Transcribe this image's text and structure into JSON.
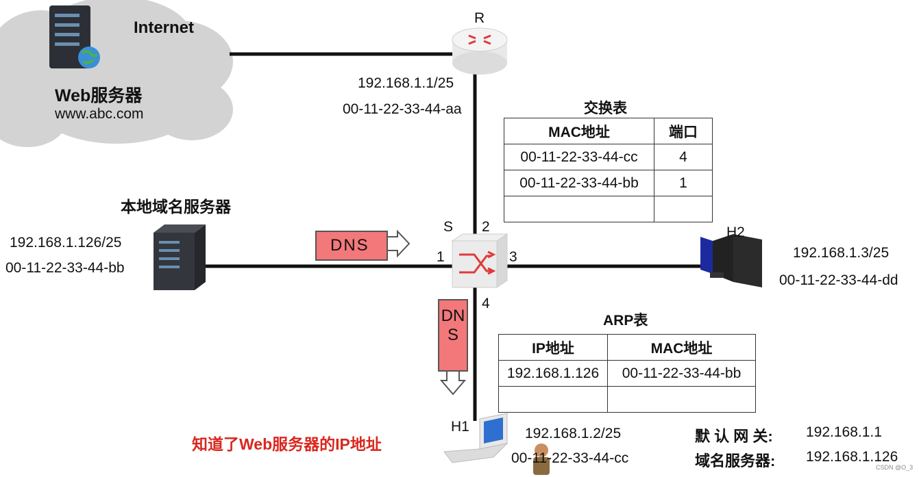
{
  "internet": {
    "label": "Internet",
    "server_name": "Web服务器",
    "server_domain": "www.abc.com"
  },
  "router": {
    "name": "R",
    "ip": "192.168.1.1/25",
    "mac": "00-11-22-33-44-aa"
  },
  "switch": {
    "name": "S",
    "ports": [
      "1",
      "2",
      "3",
      "4"
    ]
  },
  "local_dns": {
    "name": "本地域名服务器",
    "ip": "192.168.1.126/25",
    "mac": "00-11-22-33-44-bb"
  },
  "h2": {
    "name": "H2",
    "ip": "192.168.1.3/25",
    "mac": "00-11-22-33-44-dd"
  },
  "h1": {
    "name": "H1",
    "ip": "192.168.1.2/25",
    "mac": "00-11-22-33-44-cc",
    "note": "知道了Web服务器的IP地址"
  },
  "dns_arrows": {
    "horizontal": "DNS",
    "vertical": "DNS"
  },
  "switch_table": {
    "title": "交换表",
    "headers": [
      "MAC地址",
      "端口"
    ],
    "rows": [
      [
        "00-11-22-33-44-cc",
        "4"
      ],
      [
        "00-11-22-33-44-bb",
        "1"
      ],
      [
        "",
        ""
      ]
    ]
  },
  "arp_table": {
    "title": "ARP表",
    "headers": [
      "IP地址",
      "MAC地址"
    ],
    "rows": [
      [
        "192.168.1.126",
        "00-11-22-33-44-bb"
      ],
      [
        "",
        ""
      ]
    ]
  },
  "config": {
    "gateway_label": "默 认 网 关:",
    "gateway_value": "192.168.1.1",
    "dns_label": "域名服务器:",
    "dns_value": "192.168.1.126"
  },
  "watermark": "CSDN @O_3",
  "colors": {
    "dns_arrow_fill": "#f2787a",
    "note_red": "#d9271f",
    "link_line": "#111111",
    "cloud": "#d3d3d3"
  }
}
